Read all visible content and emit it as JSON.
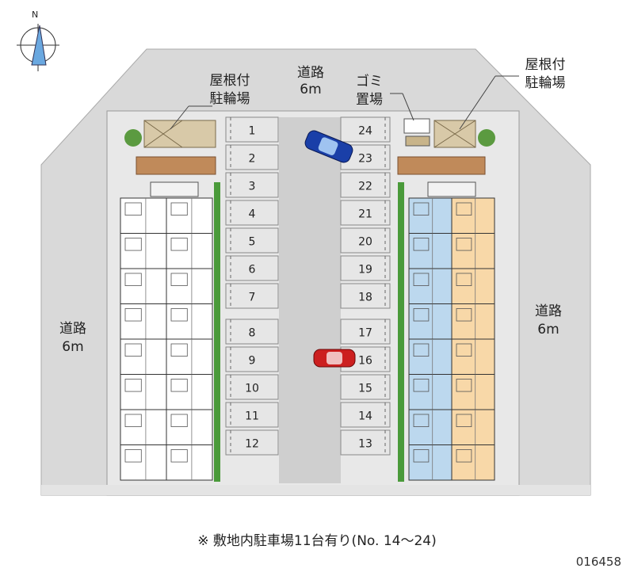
{
  "compass": {
    "north_label": "N"
  },
  "roads": {
    "top_name": "道路",
    "top_width": "6m",
    "left_name": "道路",
    "left_width": "6m",
    "right_name": "道路",
    "right_width": "6m"
  },
  "facilities": {
    "bike_left_line1": "屋根付",
    "bike_left_line2": "駐輪場",
    "bike_right_line1": "屋根付",
    "bike_right_line2": "駐輪場",
    "garbage_line1": "ゴミ",
    "garbage_line2": "置場"
  },
  "parking": {
    "left_column": [
      "1",
      "2",
      "3",
      "4",
      "5",
      "6",
      "7",
      "8",
      "9",
      "10",
      "11",
      "12"
    ],
    "right_column": [
      "24",
      "23",
      "22",
      "21",
      "20",
      "19",
      "18",
      "17",
      "16",
      "15",
      "14",
      "13"
    ]
  },
  "footer": {
    "note": "※ 敷地内駐車場11台有り(No. 14～24)"
  },
  "image_code": "016458",
  "colors": {
    "road": "#d9d9d9",
    "lot": "#e6e6e6",
    "lane": "#cfcfcf",
    "unit_blue": "#bcd8ee",
    "unit_orange": "#f8d8a8",
    "hedge": "#4a9a3a",
    "car_blue": "#1a3fa8",
    "car_red": "#cc1f1f"
  }
}
